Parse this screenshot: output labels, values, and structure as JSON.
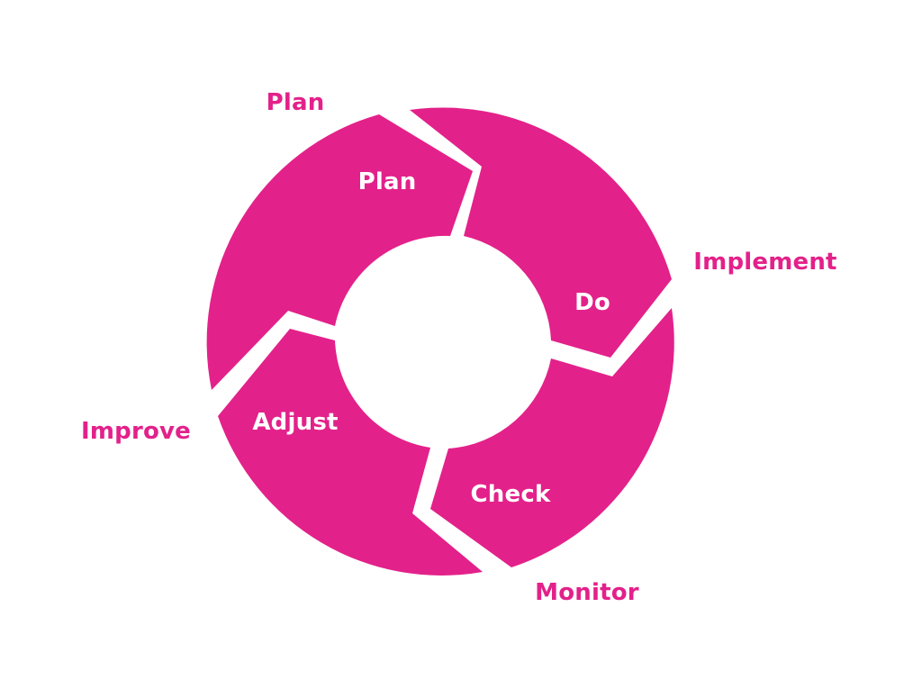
{
  "colors": {
    "accent": "#e3218a",
    "background": "#ffffff",
    "segment_text": "#ffffff"
  },
  "cycle": {
    "segments": [
      {
        "label": "Plan"
      },
      {
        "label": "Do"
      },
      {
        "label": "Check"
      },
      {
        "label": "Adjust"
      }
    ],
    "outer_labels": [
      {
        "label": "Plan"
      },
      {
        "label": "Implement"
      },
      {
        "label": "Monitor"
      },
      {
        "label": "Improve"
      }
    ]
  }
}
